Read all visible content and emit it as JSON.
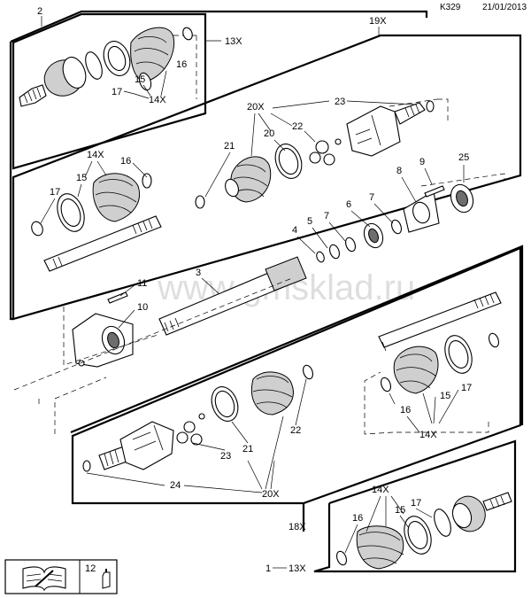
{
  "header": {
    "code": "K329",
    "date": "21/01/2013"
  },
  "watermark": "www.gmsklad.ru",
  "group_labels": {
    "g19x": "19X",
    "g18x": "18X",
    "g13x_top": "13X",
    "g13x_bottom": "13X",
    "g20x_top": "20X",
    "g20x_bottom": "20X",
    "g14x_a": "14X",
    "g14x_b": "14X",
    "g14x_c": "14X",
    "g14x_d": "14X"
  },
  "callouts": {
    "n2": "2",
    "n1": "1",
    "n3": "3",
    "n4": "4",
    "n5": "5",
    "n6": "6",
    "n7a": "7",
    "n7b": "7",
    "n8": "8",
    "n9": "9",
    "n10": "10",
    "n11": "11",
    "n12": "12",
    "n15a": "15",
    "n16a": "16",
    "n17a": "17",
    "n15b": "15",
    "n16b": "16",
    "n17b": "17",
    "n15c": "15",
    "n16c": "16",
    "n17c": "17",
    "n15d": "15",
    "n16d": "16",
    "n17d": "17",
    "n20a": "20",
    "n21a": "21",
    "n22a": "22",
    "n23a": "23",
    "n21b": "21",
    "n22b": "22",
    "n23b": "23",
    "n24": "24",
    "n25": "25"
  },
  "icons": [
    "manual-book-icon",
    "grease-tube-icon"
  ]
}
